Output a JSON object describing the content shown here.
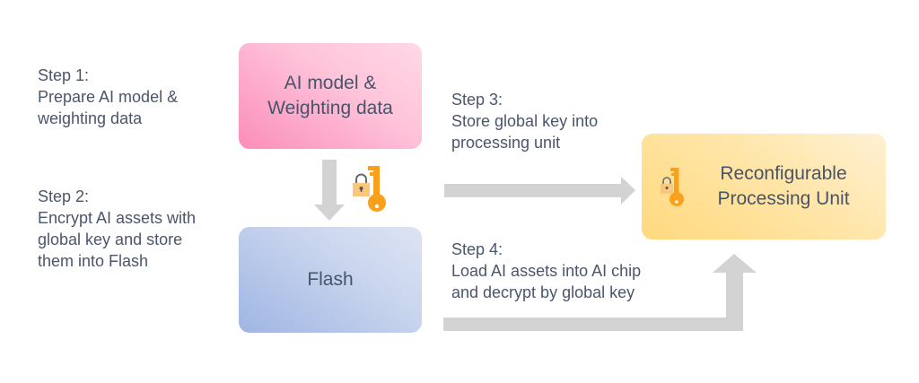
{
  "steps": [
    {
      "title": "Step 1:",
      "lines": [
        "Prepare AI model &",
        "weighting data"
      ]
    },
    {
      "title": "Step 2:",
      "lines": [
        "Encrypt AI assets with",
        "global key and store",
        "them into Flash"
      ]
    },
    {
      "title": "Step 3:",
      "lines": [
        "Store global key into",
        "processing unit"
      ]
    },
    {
      "title": "Step 4:",
      "lines": [
        "Load AI assets into AI chip",
        "and decrypt by global key"
      ]
    }
  ],
  "nodes": {
    "ai_model": {
      "lines": [
        "AI model &",
        "Weighting data"
      ],
      "color": "#fb8dba"
    },
    "flash": {
      "lines": [
        "Flash"
      ],
      "color": "#9fb5e3"
    },
    "processing_unit": {
      "lines": [
        "Reconfigurable",
        "Processing Unit"
      ],
      "color": "#ffd97e"
    }
  },
  "icons": {
    "key_color": "#f9a11b",
    "lock_body_color": "#fbc77a",
    "arrow_color": "#d3d3d3"
  }
}
